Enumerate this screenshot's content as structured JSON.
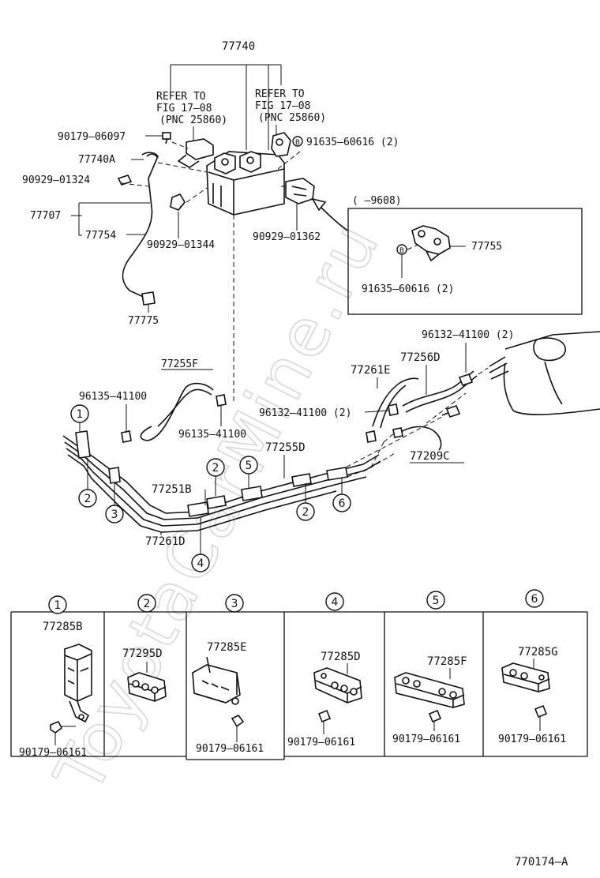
{
  "watermark": "ToyotaCarMine.ru",
  "drawing_number": "770174–A",
  "top_assembly": "77740",
  "refer_left": [
    "REFER TO",
    "FIG 17–08",
    "(PNC 25860)"
  ],
  "refer_right": [
    "REFER TO",
    "FIG 17–08",
    "(PNC 25860)"
  ],
  "parts": {
    "p90179_06097": "90179–06097",
    "p77740A": "77740A",
    "p90929_01324": "90929–01324",
    "p77707": "77707",
    "p77754": "77754",
    "p90929_01344": "90929–01344",
    "p77775": "77775",
    "p91635_top": "91635–60616 (2)",
    "p90929_01362": "90929–01362",
    "inset_range": "(      –9608)",
    "p77755": "77755",
    "p91635_inset": "91635–60616 (2)",
    "b_mark": "B",
    "p77255F": "77255F",
    "p96135_a": "96135–41100",
    "p96135_b": "96135–41100",
    "p96132_top": "96132–41100 (2)",
    "p77256D": "77256D",
    "p77261E": "77261E",
    "p96132_mid": "96132–41100 (2)",
    "p77255D": "77255D",
    "p77251B": "77251B",
    "p77261D": "77261D",
    "p77209C": "77209C"
  },
  "callouts": {
    "c1": "1",
    "c2": "2",
    "c3": "3",
    "c4": "4",
    "c5": "5",
    "c6": "6"
  },
  "clamp_table": [
    {
      "num": "1",
      "part": "77285B",
      "bolt": "90179–06161"
    },
    {
      "num": "2",
      "part": "77295D",
      "bolt": ""
    },
    {
      "num": "3",
      "part": "77285E",
      "bolt": "90179–06161"
    },
    {
      "num": "4",
      "part": "77285D",
      "bolt": "90179–06161"
    },
    {
      "num": "5",
      "part": "77285F",
      "bolt": "90179–06161"
    },
    {
      "num": "6",
      "part": "77285G",
      "bolt": "90179–06161"
    }
  ]
}
